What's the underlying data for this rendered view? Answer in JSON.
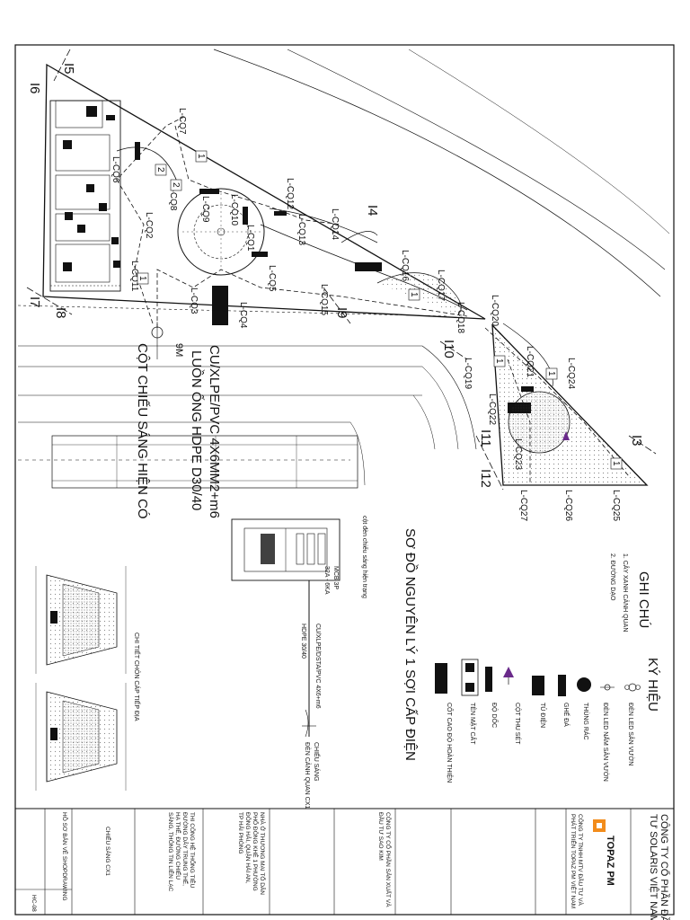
{
  "sheet": {
    "frame_color": "#111111",
    "fill_dark": "#111111",
    "hatch_color": "#999999"
  },
  "site_points": [
    "I5",
    "I6",
    "I7",
    "I8",
    "I9",
    "I10",
    "I11",
    "I12",
    "I3",
    "I4"
  ],
  "lamp_labels": {
    "L-CQ1": "L-CQ1",
    "L-CQ2": "L-CQ2",
    "L-CQ3": "L-CQ3",
    "L-CQ4": "L-CQ4",
    "L-CQ5": "L-CQ5",
    "L-CQ6": "L-CQ6",
    "L-CQ7": "L-CQ7",
    "L-CQ8": "L-CQ8",
    "L-CQ9": "L-CQ9",
    "L-CQ10": "L-CQ10",
    "L-CQ11": "L-CQ11",
    "L-CQ12": "L-CQ12",
    "L-CQ13": "L-CQ13",
    "L-CQ14": "L-CQ14",
    "L-CQ15": "L-CQ15",
    "L-CQ16": "L-CQ16",
    "L-CQ17": "L-CQ17",
    "L-CQ18": "L-CQ18",
    "L-CQ19": "L-CQ19",
    "L-CQ20": "L-CQ20",
    "L-CQ21": "L-CQ21",
    "L-CQ22": "L-CQ22",
    "L-CQ23": "L-CQ23",
    "L-CQ24": "L-CQ24",
    "L-CQ25": "L-CQ25",
    "L-CQ26": "L-CQ26",
    "L-CQ27": "L-CQ27"
  },
  "zone_numbers": [
    "1",
    "2",
    "1",
    "2",
    "1",
    "1",
    "1",
    "1"
  ],
  "plan_notes": {
    "pole_height": "9M",
    "existing_pole": "CỘT CHIẾU SÁNG HIỆN CÓ",
    "cable": "CU/XLPE/PVC 4X6MM2+m6",
    "conduit": "LUỒN ỐNG HDPE D30/40"
  },
  "notes": {
    "title": "GHI CHÚ",
    "items": [
      "1. CÂY XANH CẢNH QUAN",
      "2. ĐƯỜNG DẠO"
    ]
  },
  "legend": {
    "title": "KÝ HIỆU",
    "items": [
      "ĐÈN LED SÂN VƯỜN",
      "ĐÈN LED NẤM SÂN VƯỜN",
      "THÙNG RÁC",
      "GHẾ ĐÁ",
      "TỦ ĐIỆN",
      "CỘT THU SÉT",
      "ĐỘ DỐC",
      "TÊN MẶT CẮT",
      "CỐT CAO ĐỘ HOÀN THIỆN"
    ]
  },
  "single_line": {
    "title": "SƠ ĐỒ NGUYÊN LÝ 1 SỢI CẤP ĐIỆN",
    "source": "cột đèn chiếu sáng hiện trạng",
    "breaker_1": "MCB 3P",
    "breaker_2": "32A - 6KA",
    "cable": "CU/XLPE/DSTA/PVC 4X6+m6",
    "conduit": "HDPE 30/40",
    "load_1": "CHIẾU SÁNG",
    "load_2": "ĐÈN CẢNH QUAN CX1"
  },
  "trench_detail": {
    "title": "CHI TIẾT CHÔN CÁP TIẾP ĐỊA"
  },
  "title_block": {
    "client_1": "CÔNG TY CỔ PHẦN ĐẦU",
    "client_2": "TƯ SOLARIS VIỆT NAM",
    "brand": "TOPAZ PM",
    "consultant_1": "CÔNG TY TNHH MTV ĐẦU TƯ VÀ",
    "consultant_2": "PHÁT TRIỂN TOPAZ PM VIỆT NAM",
    "investor_1": "CÔNG TY CỔ PHẦN SẢN XUẤT VÀ",
    "investor_2": "ĐẦU TƯ SAO KIM",
    "project_1": "NHÀ Ở THƯƠNG MẠI TỔ DÂN",
    "project_2": "PHỐ ĐÔNG KHÊ 1 PHƯỜNG",
    "project_3": "ĐÔNG HẢI, QUẬN HẢI AN,",
    "project_4": "TP HẢI PHÒNG",
    "item_1": "THI CÔNG HỆ THỐNG TIÊU",
    "item_2": "ĐƯỜNG DÂY TRUNG THẾ,",
    "item_3": "HẠ THẾ, ĐƯỜNG CHIẾU",
    "item_4": "SÁNG, THÔNG TIN LIÊN LẠC",
    "drawing_name": "CHIẾU SÁNG CX1",
    "stage": "HỒ SƠ BẢN VẼ SHOPDRAWING",
    "sheet_no": "HC-08"
  }
}
